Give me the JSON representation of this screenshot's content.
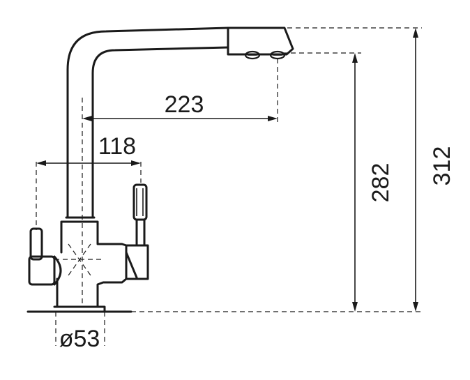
{
  "drawing": {
    "dimensions": {
      "spout_reach": "223",
      "handle_span": "118",
      "outlet_height": "282",
      "total_height": "312",
      "base_diameter": "ø53"
    }
  }
}
